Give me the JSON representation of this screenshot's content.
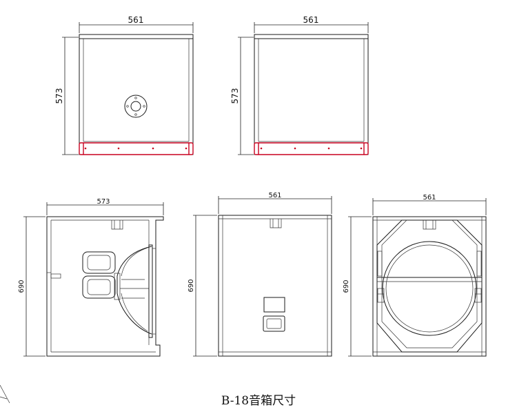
{
  "caption": "B-18音箱尺寸",
  "views": {
    "front": {
      "width_label": "561",
      "height_label": "573"
    },
    "back": {
      "width_label": "561",
      "height_label": "573"
    },
    "side_section": {
      "width_label": "573",
      "height_label": "690"
    },
    "side": {
      "width_label": "561",
      "height_label": "690"
    },
    "top_section": {
      "width_label": "561",
      "height_label": "690"
    }
  },
  "colors": {
    "line": "#1a1a1a",
    "accent": "#c8001e"
  }
}
